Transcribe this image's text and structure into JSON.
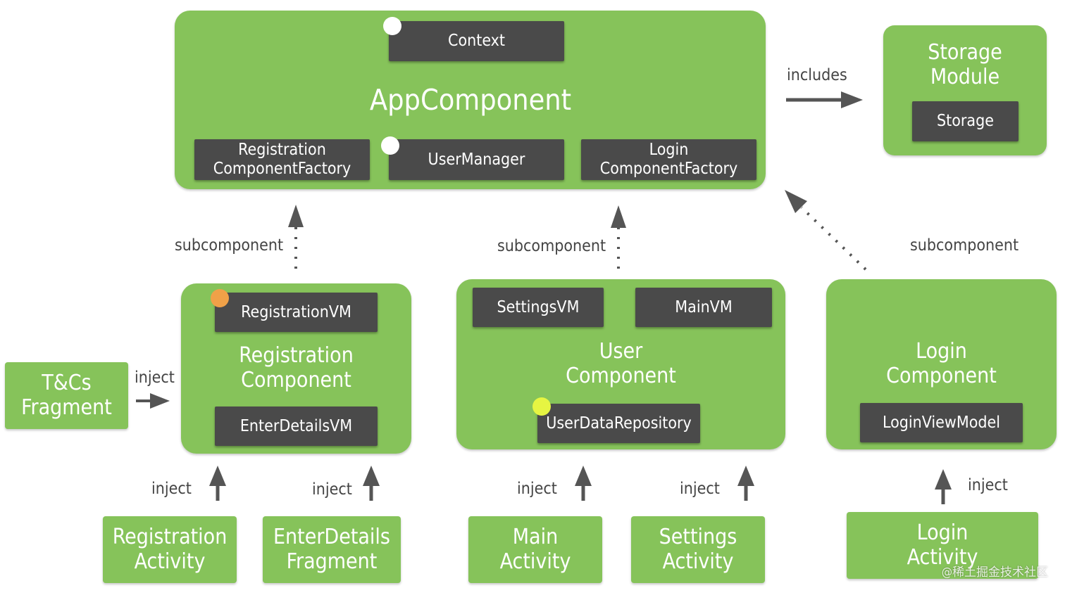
{
  "app_component": {
    "title": "AppComponent",
    "context": "Context",
    "registration_factory": "Registration\nComponentFactory",
    "user_manager": "UserManager",
    "login_factory": "Login\nComponentFactory"
  },
  "storage_module": {
    "title": "Storage\nModule",
    "storage": "Storage"
  },
  "includes_label": "includes",
  "registration_component": {
    "title": "Registration\nComponent",
    "registration_vm": "RegistrationVM",
    "enter_details_vm": "EnterDetailsVM"
  },
  "user_component": {
    "title": "User\nComponent",
    "settings_vm": "SettingsVM",
    "main_vm": "MainVM",
    "user_data_repository": "UserDataRepository"
  },
  "login_component": {
    "title": "Login\nComponent",
    "login_view_model": "LoginViewModel"
  },
  "tcs_fragment": "T&Cs\nFragment",
  "labels": {
    "subcomponent_1": "subcomponent",
    "subcomponent_2": "subcomponent",
    "subcomponent_3": "subcomponent",
    "inject_tcs": "inject",
    "inject_registration": "inject",
    "inject_enter_details": "inject",
    "inject_main": "inject",
    "inject_settings": "inject",
    "inject_login": "inject"
  },
  "activities": {
    "registration": "Registration\nActivity",
    "enter_details": "EnterDetails\nFragment",
    "main": "Main\nActivity",
    "settings": "Settings\nActivity",
    "login": "Login\nActivity"
  },
  "watermark": "@稀土掘金技术社区",
  "colors": {
    "box_green": "#86c35a",
    "chip_gray": "#4a4a4a",
    "dot_white": "#ffffff",
    "dot_orange": "#f0a148",
    "dot_yellow": "#e6f542",
    "arrow": "#555555"
  }
}
